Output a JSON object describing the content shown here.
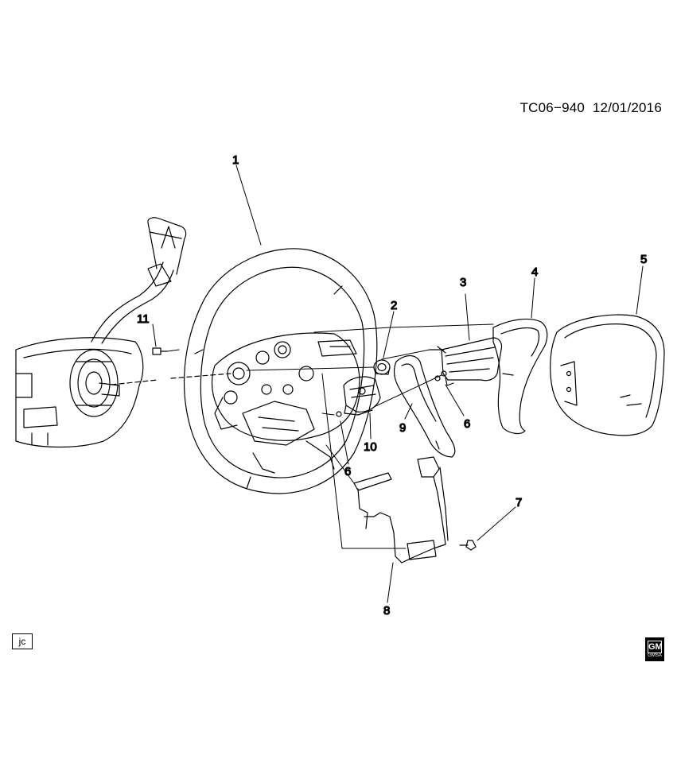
{
  "header": {
    "code": "TC06−940",
    "date": "12/01/2016"
  },
  "callouts": {
    "c1": "1",
    "c2": "2",
    "c3": "3",
    "c4": "4",
    "c5": "5",
    "c6a": "6",
    "c6b": "6",
    "c7": "7",
    "c8": "8",
    "c9": "9",
    "c10": "10",
    "c11": "11"
  },
  "footer": {
    "artist_initials": "jc",
    "logo_text": "GM",
    "logo_subtext": "GMSA"
  }
}
